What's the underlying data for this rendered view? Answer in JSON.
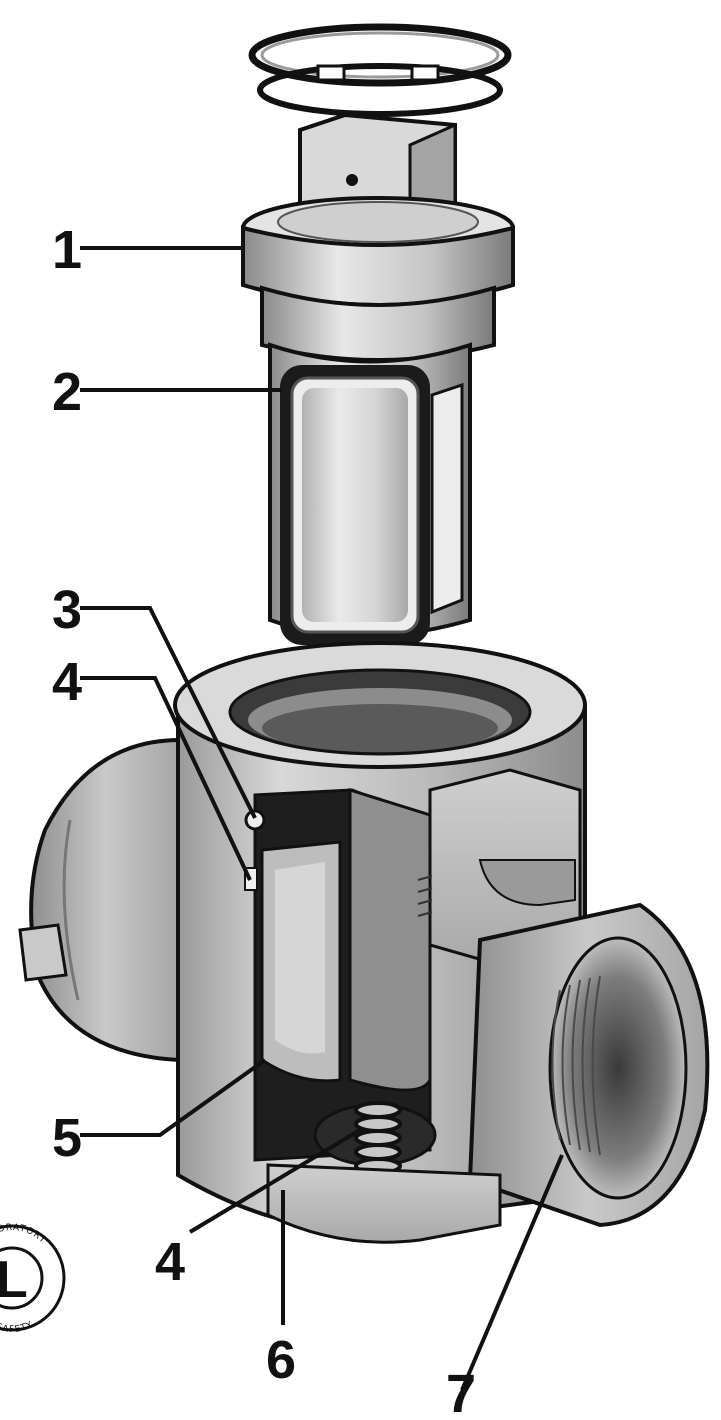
{
  "callouts": [
    {
      "id": "c1",
      "label": "1"
    },
    {
      "id": "c2",
      "label": "2"
    },
    {
      "id": "c3",
      "label": "3"
    },
    {
      "id": "c4a",
      "label": "4"
    },
    {
      "id": "c5",
      "label": "5"
    },
    {
      "id": "c4b",
      "label": "4"
    },
    {
      "id": "c6",
      "label": "6"
    },
    {
      "id": "c7",
      "label": "7"
    }
  ],
  "seal": {
    "letter": "L",
    "arc_top": "NT LABORATORY",
    "arc_bottom": "UBLIC SAFETY"
  },
  "colors": {
    "ink": "#111111",
    "metal_light": "#e6e6e6",
    "metal_mid": "#b5b5b5",
    "metal_dark": "#6f6f6f",
    "cavity": "#1c1c1c",
    "paper": "#ffffff"
  }
}
